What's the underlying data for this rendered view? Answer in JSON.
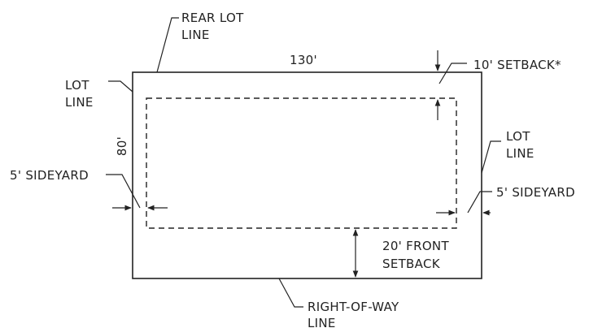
{
  "labels": {
    "rear_lot_line_1": "REAR LOT",
    "rear_lot_line_2": "LINE",
    "width_dim": "130'",
    "depth_dim": "80'",
    "rear_setback": "10' SETBACK*",
    "left_lot_line_1": "LOT",
    "left_lot_line_2": "LINE",
    "right_lot_line_1": "LOT",
    "right_lot_line_2": "LINE",
    "left_sideyard": "5' SIDEYARD",
    "right_sideyard": "5' SIDEYARD",
    "front_setback_1": "20' FRONT",
    "front_setback_2": "SETBACK",
    "row_line_1": "RIGHT-OF-WAY",
    "row_line_2": "LINE"
  },
  "colors": {
    "ink": "#222222",
    "background": "#ffffff"
  }
}
